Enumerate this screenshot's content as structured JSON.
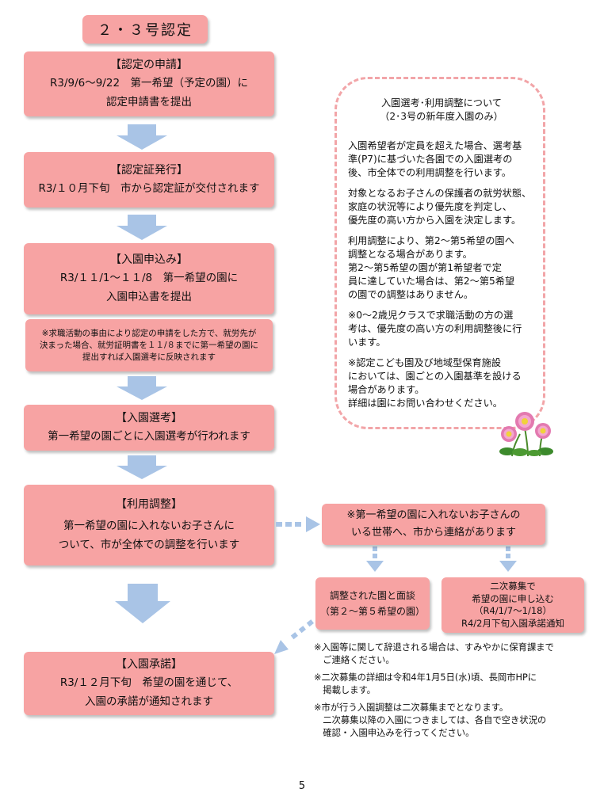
{
  "section_tag": "２・３号認定",
  "steps": {
    "apply": {
      "heading": "【認定の申請】",
      "lines": [
        "R3/9/6～9/22　第一希望（予定の園）に",
        "認定申請書を提出"
      ]
    },
    "issue": {
      "heading": "【認定証発行】",
      "lines": [
        "R3/１０月下旬　市から認定証が交付されます"
      ]
    },
    "entry": {
      "heading": "【入園申込み】",
      "lines": [
        "R3/１１/1～１１/8　第一希望の園に",
        "入園申込書を提出"
      ]
    },
    "job_note": {
      "lines": [
        "※求職活動の事由により認定の申請をした方で、就労先が",
        "決まった場合、就労証明書を１１/８までに第一希望の園に",
        "提出すれば入園選考に反映されます"
      ]
    },
    "selection": {
      "heading": "【入園選考】",
      "lines": [
        "第一希望の園ごとに入園選考が行われます"
      ]
    },
    "adjust": {
      "heading": "【利用調整】",
      "lines": [
        "第一希望の園に入れないお子さんに",
        "ついて、市が全体での調整を行います"
      ]
    },
    "approval": {
      "heading": "【入園承諾】",
      "lines": [
        "R3/１２月下旬　希望の園を通じて、",
        "入園の承諾が通知されます"
      ]
    }
  },
  "side_boxes": {
    "contact": {
      "lines": [
        "※第一希望の園に入れないお子さんの",
        "いる世帯へ、市から連絡があります"
      ]
    },
    "interview": {
      "lines": [
        "調整された園と面談",
        "（第２～第５希望の園）"
      ]
    },
    "second": {
      "lines": [
        "二次募集で",
        "希望の園に申し込む",
        "（R4/1/7～1/18）",
        "R4/2月下旬入園承諾通知"
      ]
    }
  },
  "info_panel": {
    "title_lines": [
      "入園選考･利用調整について",
      "（2･3号の新年度入園のみ）"
    ],
    "paragraphs": [
      [
        "入園希望者が定員を超えた場合、選考基",
        "準(P7)に基づいた各園での入園選考の",
        "後、市全体での利用調整を行います。"
      ],
      [
        "対象となるお子さんの保護者の就労状態、",
        "家庭の状況等により優先度を判定し、",
        "優先度の高い方から入園を決定します。"
      ],
      [
        "利用調整により、第2～第5希望の園へ",
        "調整となる場合があります。",
        "第2～第5希望の園が第1希望者で定",
        "員に達していた場合は、第2～第5希望",
        "の園での調整はありません。"
      ],
      [
        "※0～2歳児クラスで求職活動の方の選",
        "考は、優先度の高い方の利用調整後に行",
        "います。"
      ],
      [
        "※認定こども園及び地域型保育施設",
        "においては、園ごとの入園基準を設ける",
        "場合があります。",
        "詳細は園にお問い合わせください。"
      ]
    ]
  },
  "notes": [
    [
      "※入園等に関して辞退される場合は、すみやかに保育課まで",
      "　ご連絡ください。"
    ],
    [
      "※二次募集の詳細は令和4年1月5日(水)頃、長岡市HPに",
      "　掲載します。"
    ],
    [
      "※市が行う入園調整は二次募集までとなります。",
      "　二次募集以降の入園につきましては、各自で空き状況の",
      "　確認・入園申込みを行ってください。"
    ]
  ],
  "page_number": "5",
  "colors": {
    "box": "#f7a3a3",
    "arrow": "#a9c4e6",
    "panel_border": "#f2a5a8"
  }
}
